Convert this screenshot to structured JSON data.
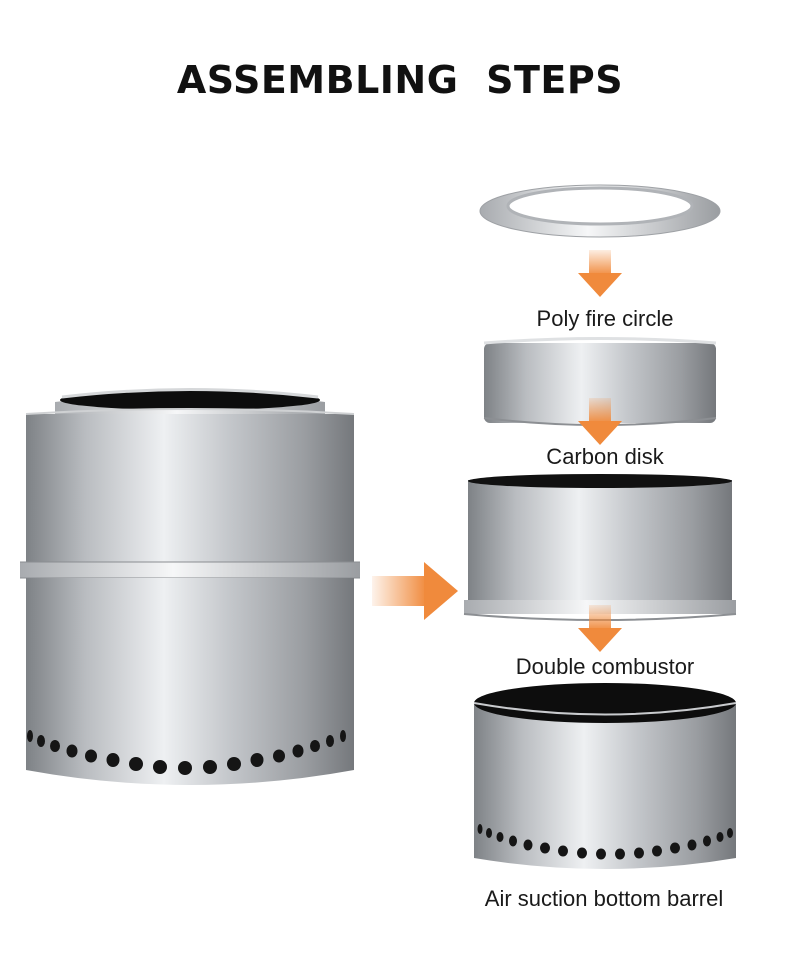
{
  "title": "ASSEMBLING   STEPS",
  "labels": {
    "fire_ring": "Poly fire circle",
    "carbon_disk": "Carbon disk",
    "combustor": "Double combustor",
    "bottom_barrel": "Air suction bottom barrel"
  },
  "colors": {
    "arrow": "#f08a3c",
    "steel_dark": "#8f9296",
    "steel_light": "#eceef0",
    "hole": "#151515"
  },
  "icons": [
    "arrow-down-icon",
    "arrow-right-icon"
  ]
}
